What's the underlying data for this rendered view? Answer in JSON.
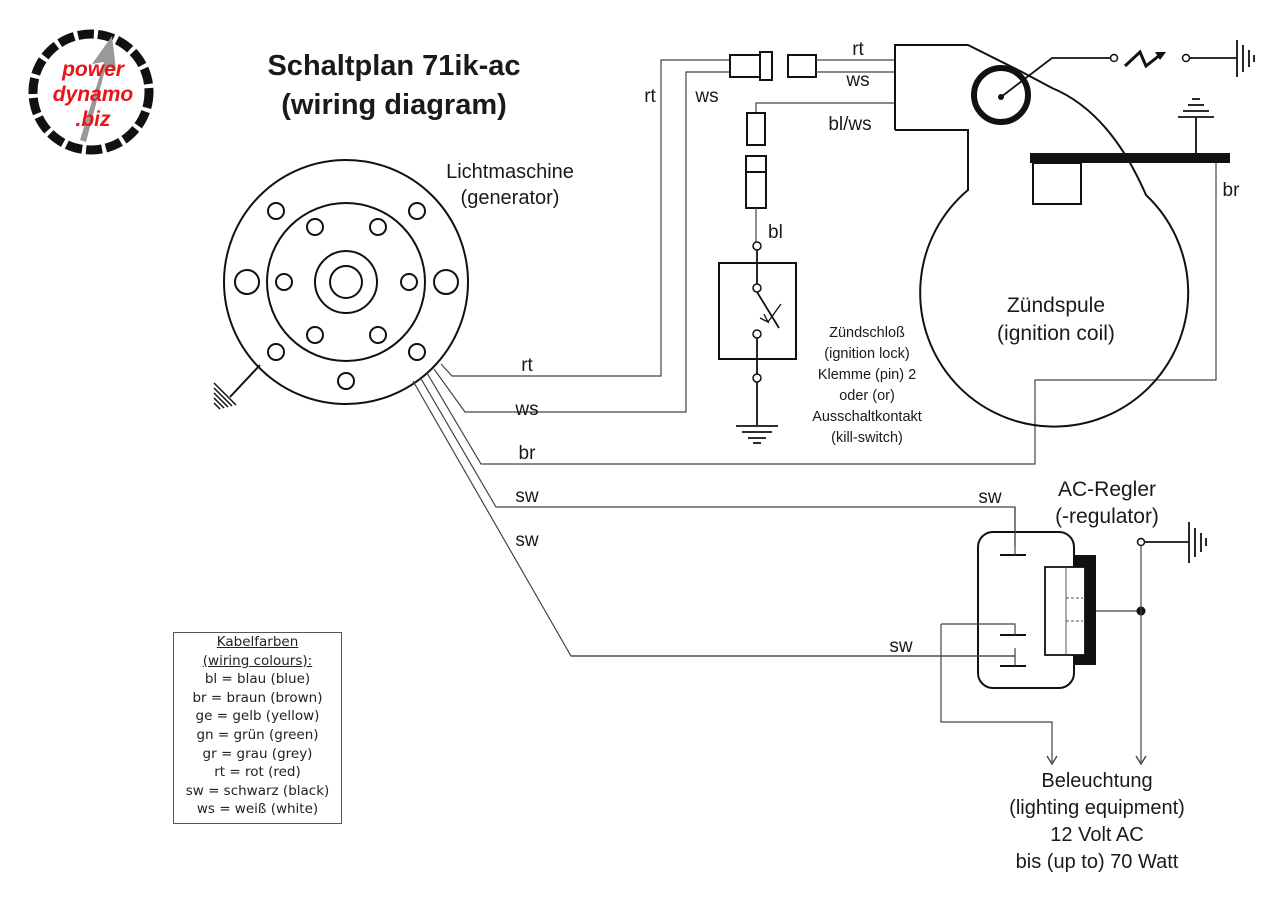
{
  "logo": {
    "line1": "power",
    "line2": "dynamo",
    "line3": ".biz",
    "accent_color": "#e8141a"
  },
  "title": {
    "line1": "Schaltplan 71ik-ac",
    "line2": "(wiring diagram)"
  },
  "components": {
    "generator": {
      "line1": "Lichtmaschine",
      "line2": "(generator)"
    },
    "ignition_coil": {
      "line1": "Zündspule",
      "line2": "(ignition coil)"
    },
    "ignition_lock": {
      "line1": "Zündschloß",
      "line2": "(ignition lock)",
      "line3": "Klemme (pin) 2",
      "line4": "oder (or)",
      "line5": "Ausschaltkontakt",
      "line6": "(kill-switch)"
    },
    "regulator": {
      "line1": "AC-Regler",
      "line2": "(-regulator)"
    },
    "lighting": {
      "line1": "Beleuchtung",
      "line2": "(lighting equipment)",
      "line3": "12 Volt AC",
      "line4": "bis (up to) 70 Watt"
    }
  },
  "wire_labels": {
    "rt_top": "rt",
    "ws_top": "ws",
    "rt_left": "rt",
    "ws_left": "ws",
    "blws": "bl/ws",
    "bl": "bl",
    "br_right": "br",
    "rt_gen": "rt",
    "ws_gen": "ws",
    "br_gen": "br",
    "sw_gen1": "sw",
    "sw_gen2": "sw",
    "sw_reg1": "sw",
    "sw_reg2": "sw"
  },
  "legend": {
    "title1": "Kabelfarben",
    "title2": "(wiring colours):",
    "items": [
      "bl = blau (blue)",
      "br = braun (brown)",
      "ge = gelb (yellow)",
      "gn = grün (green)",
      "gr = grau (grey)",
      "rt = rot (red)",
      "sw = schwarz (black)",
      "ws = weiß (white)"
    ]
  }
}
